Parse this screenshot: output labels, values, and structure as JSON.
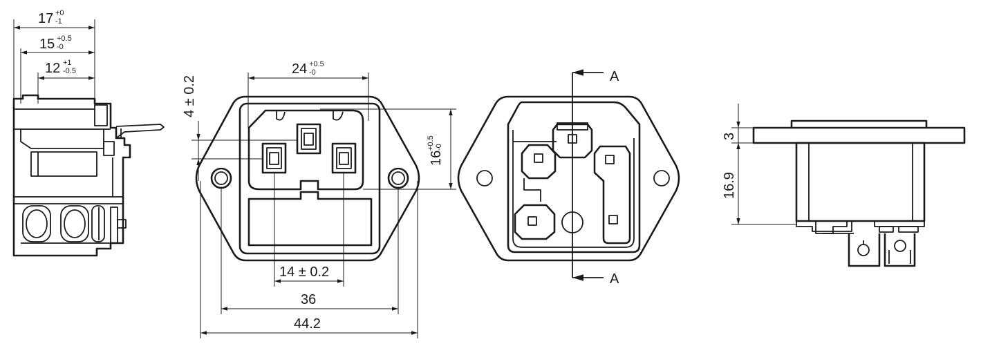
{
  "side_view": {
    "dim_17": {
      "base": "17",
      "tol_plus": "+0",
      "tol_minus": "-1"
    },
    "dim_15": {
      "base": "15",
      "tol_plus": "+0.5",
      "tol_minus": "-0"
    },
    "dim_12": {
      "base": "12",
      "tol_plus": "+1",
      "tol_minus": "-0.5"
    }
  },
  "front_view": {
    "dim_24": {
      "base": "24",
      "tol_plus": "+0.5",
      "tol_minus": "-0"
    },
    "dim_4": "4 ± 0.2",
    "dim_16": {
      "base": "16",
      "tol_plus": "+0.5",
      "tol_minus": "-0"
    },
    "dim_14": "14 ± 0.2",
    "dim_36": "36",
    "dim_44": "44.2"
  },
  "rear_view": {
    "section_label_top": "A",
    "section_label_bottom": "A"
  },
  "profile_view": {
    "dim_3": "3",
    "dim_16_9": "16.9"
  }
}
